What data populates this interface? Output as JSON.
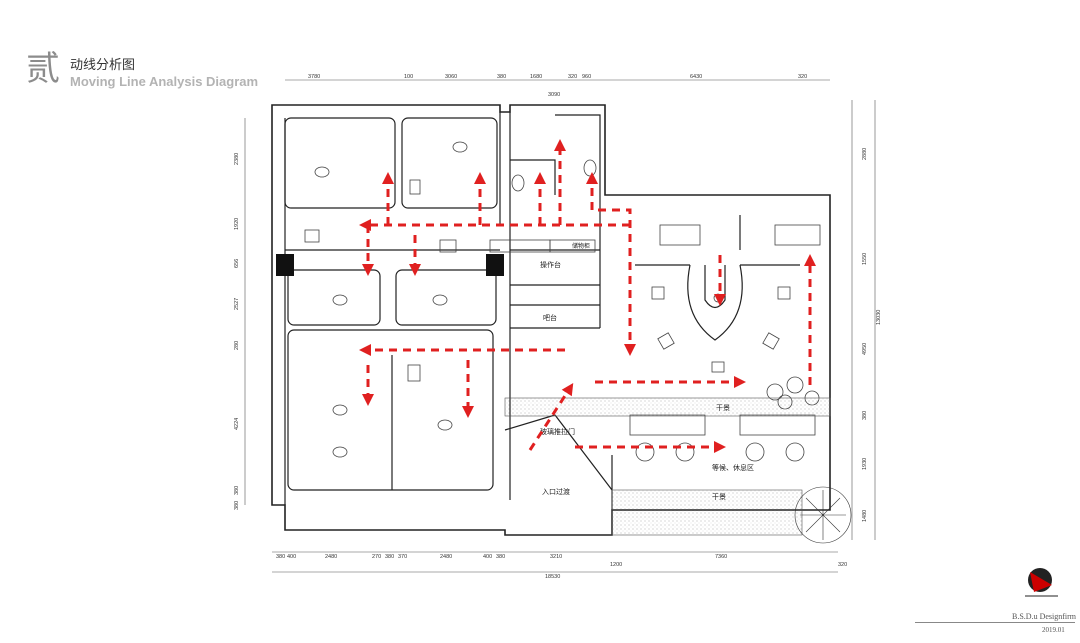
{
  "header": {
    "section_char": "贰",
    "title_cn": "动线分析图",
    "title_en": "Moving Line Analysis Diagram"
  },
  "footer": {
    "firm": "B.S.D.u Designfirm",
    "date": "2019.01"
  },
  "room_labels": {
    "operating_counter": "操作台",
    "bar_counter": "吧台",
    "dry_landscape_1": "干景",
    "dry_landscape_2": "干景",
    "waiting_rest_area": "等候、休息区",
    "entrance_transition": "入口过渡",
    "glass_door": "玻璃推拉门",
    "storage_cabinet": "储物柜"
  },
  "dimensions": {
    "top": [
      "3780",
      "100",
      "3060",
      "380",
      "1680",
      "320",
      "960",
      "6430",
      "320",
      "3090"
    ],
    "bottom": [
      "380",
      "400",
      "2480",
      "270",
      "380",
      "370",
      "2480",
      "400",
      "380",
      "3210",
      "7360",
      "1200",
      "320",
      "18530"
    ],
    "left": [
      "2380",
      "1920",
      "656",
      "2527",
      "280",
      "4224",
      "380",
      "380"
    ],
    "right": [
      "2880",
      "1550",
      "4950",
      "13030",
      "380",
      "1930",
      "1480"
    ]
  }
}
